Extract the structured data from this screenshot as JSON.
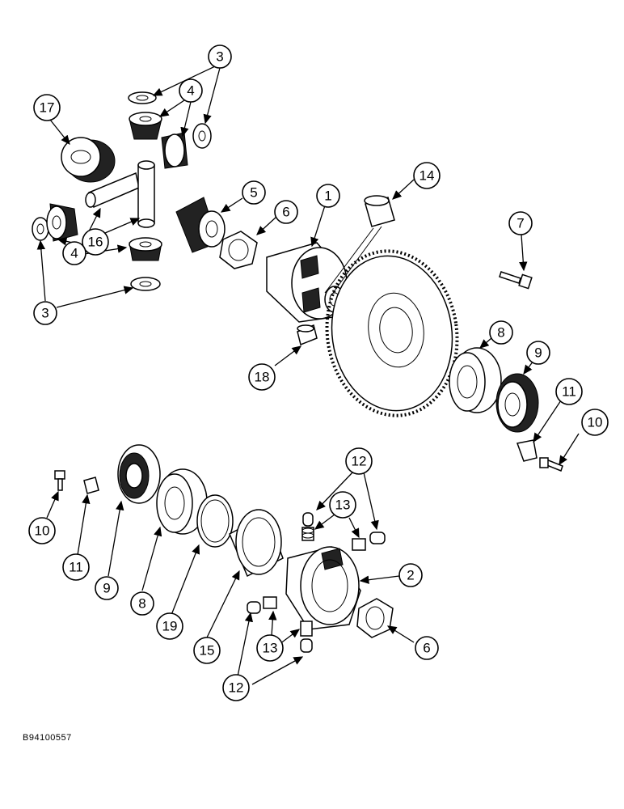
{
  "drawing_code": "B94100557",
  "callouts": {
    "c3_top": "3",
    "c4_top": "4",
    "c17": "17",
    "c16": "16",
    "c5": "5",
    "c6_top": "6",
    "c1": "1",
    "c14": "14",
    "c7": "7",
    "c4_bottom": "4",
    "c3_bottom": "3",
    "c18": "18",
    "c8_right": "8",
    "c9_right": "9",
    "c11_right": "11",
    "c10_right": "10",
    "c12_top": "12",
    "c13_top": "13",
    "c2": "2",
    "c6_bottom": "6",
    "c10_left": "10",
    "c11_left": "11",
    "c9_left": "9",
    "c8_left": "8",
    "c19": "19",
    "c15": "15",
    "c13_bottom": "13",
    "c12_bottom": "12"
  }
}
